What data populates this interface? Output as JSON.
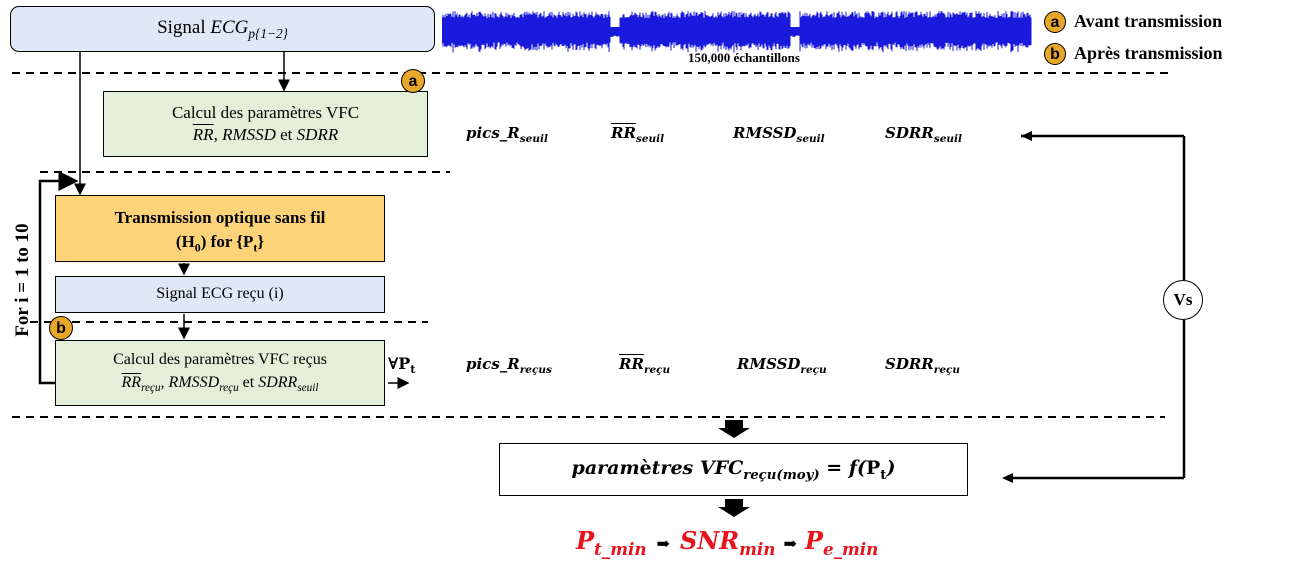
{
  "top": {
    "signal_prefix": "Signal ",
    "ecg": "ECG",
    "ecg_sub": "p{1−2}",
    "samples": "150,000 échantillons",
    "legend": [
      {
        "badge": "a",
        "label": "Avant transmission"
      },
      {
        "badge": "b",
        "label": "Après transmission"
      }
    ]
  },
  "calc_box": {
    "line1": "Calcul des paramètres VFC",
    "rr": "RR",
    "sep1": ", ",
    "rmssd": "RMSSD",
    "and": " et ",
    "sdrr": "SDRR"
  },
  "badges": {
    "a": "a",
    "b": "b"
  },
  "threshold_params": [
    {
      "base": "pics_R",
      "sub": "seuil",
      "overline": false
    },
    {
      "base": "RR",
      "sub": "seuil",
      "overline": true
    },
    {
      "base": "RMSSD",
      "sub": "seuil",
      "overline": false
    },
    {
      "base": "SDRR",
      "sub": "seuil",
      "overline": false
    }
  ],
  "loop_label": "For i = 1 to 10",
  "transmission": {
    "line1": "Transmission optique sans fil",
    "h": "(H",
    "h_sub": "0",
    "mid": ") for {P",
    "p_sub": "t",
    "end": "}"
  },
  "received_signal": "Signal ECG reçu (i)",
  "calc_received": {
    "line1": "Calcul des paramètres VFC reçus",
    "rr": "RR",
    "rr_sub": "reçu",
    "sep1": ", ",
    "rmssd": "RMSSD",
    "rmssd_sub": "reçu",
    "and": " et ",
    "sdrr": "SDRR",
    "sdrr_sub": "seuil"
  },
  "forall": {
    "sym": "∀P",
    "sub": "t"
  },
  "received_params": [
    {
      "base": "pics_R",
      "sub": "reçus",
      "overline": false
    },
    {
      "base": "RR",
      "sub": "reçu",
      "overline": true
    },
    {
      "base": "RMSSD",
      "sub": "reçu",
      "overline": false
    },
    {
      "base": "SDRR",
      "sub": "reçu",
      "overline": false
    }
  ],
  "vs": "Vs",
  "result_box": {
    "a": "param",
    "b": "è",
    "c": "tres VFC",
    "sub": "reçu(moy)",
    "eq": " = f(",
    "p": "P",
    "p_sub": "t",
    "close": ")"
  },
  "bottom": {
    "p1": "P",
    "p1_sub": "t_min",
    "snr": "SNR",
    "snr_sub": "min",
    "p2": "P",
    "p2_sub": "e_min",
    "arrow": "➡"
  },
  "colors": {
    "badge": "#e8a62a",
    "signal": "#1a1adc",
    "blue_box": "#dfe9f5",
    "green_box": "#e3efd9",
    "yellow_box": "#fdd37a",
    "red": "#e8141c"
  }
}
